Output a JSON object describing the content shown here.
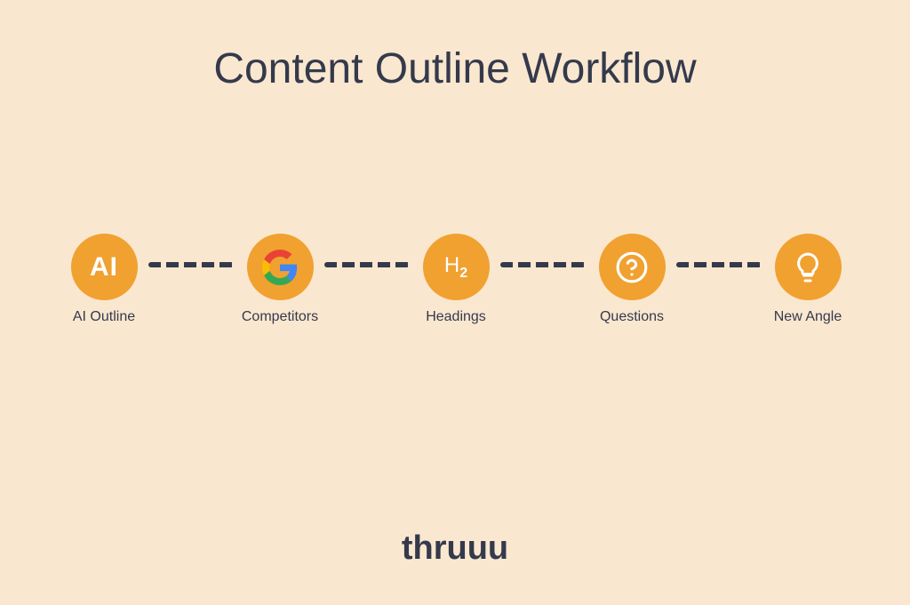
{
  "title": "Content Outline Workflow",
  "steps": [
    {
      "label": "AI Outline",
      "icon": "ai-text-icon",
      "icon_text": "AI"
    },
    {
      "label": "Competitors",
      "icon": "google-g-icon"
    },
    {
      "label": "Headings",
      "icon": "h2-heading-icon",
      "icon_text": "H",
      "icon_sub": "2"
    },
    {
      "label": "Questions",
      "icon": "question-circle-icon"
    },
    {
      "label": "New Angle",
      "icon": "lightbulb-icon"
    }
  ],
  "brand": "thruuu",
  "colors": {
    "background": "#fae7cf",
    "accent": "#f0a130",
    "text": "#343a4c"
  }
}
